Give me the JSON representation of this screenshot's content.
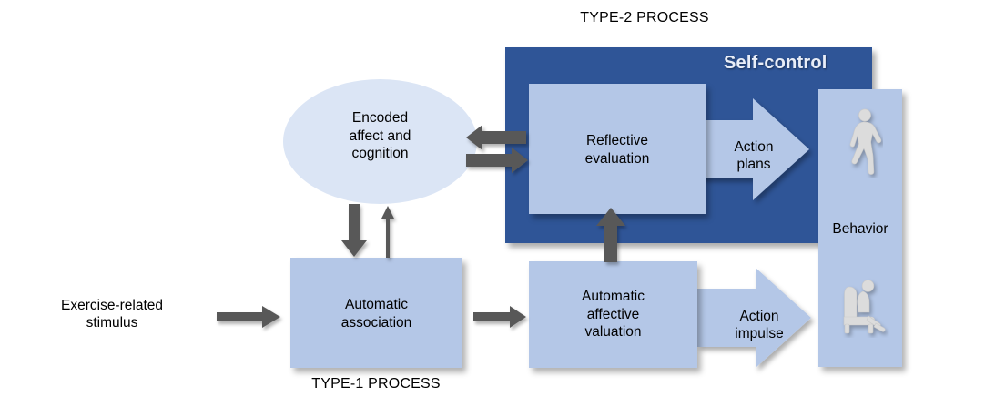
{
  "diagram": {
    "title_type2": "TYPE-2 PROCESS",
    "title_type1": "TYPE-1 PROCESS",
    "self_control_label": "Self-control",
    "stimulus_label": "Exercise-related\nstimulus",
    "nodes": {
      "encoded": "Encoded\naffect and\ncognition",
      "reflective": "Reflective\nevaluation",
      "action_plans": "Action\nplans",
      "automatic_association": "Automatic\nassociation",
      "automatic_affective": "Automatic\naffective\nvaluation",
      "action_impulse": "Action\nimpulse",
      "behavior": "Behavior"
    },
    "icons": {
      "walking_person": "walking-person-icon",
      "sitting_person": "sitting-person-icon"
    },
    "colors": {
      "dark_blue": "#2f5597",
      "light_blue": "#b4c7e7",
      "pale_blue": "#dbe5f5",
      "arrow_gray": "#595959",
      "text_black": "#000000",
      "self_control_text": "#e9eef8",
      "figure_gray": "#dcdcdc",
      "background": "#ffffff"
    }
  }
}
